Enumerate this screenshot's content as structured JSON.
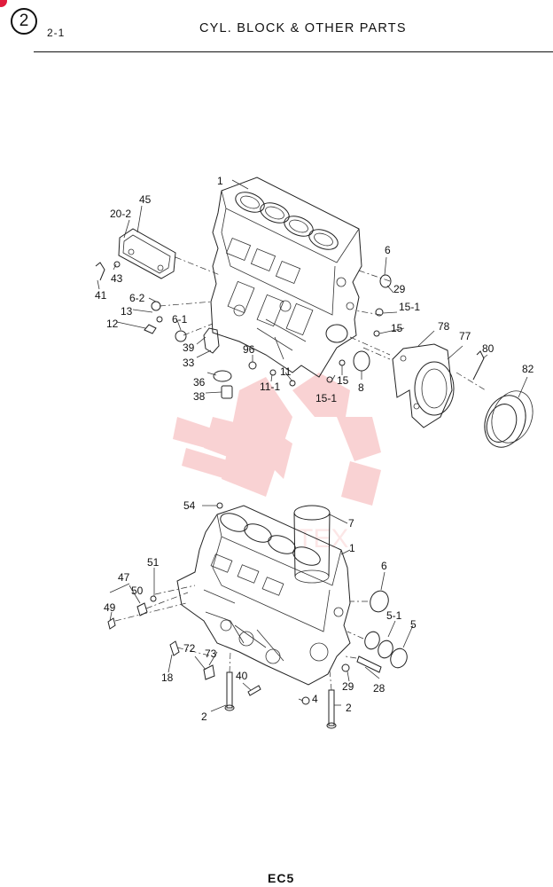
{
  "header": {
    "section_number": "2",
    "sub_number": "2-1",
    "title": "CYL. BLOCK & OTHER PARTS"
  },
  "footer": {
    "page_code": "EC5"
  },
  "watermark": {
    "text": "TEX",
    "color": "#e8383b"
  },
  "callouts": {
    "top": [
      "1",
      "45",
      "20-2",
      "43",
      "41",
      "6-2",
      "13",
      "12",
      "6-1",
      "39",
      "33",
      "36",
      "38",
      "96",
      "11-1",
      "11",
      "15",
      "15-1",
      "8",
      "6",
      "29",
      "15-1",
      "15",
      "78",
      "77",
      "80",
      "82"
    ],
    "bottom": [
      "54",
      "7",
      "1",
      "6",
      "51",
      "47",
      "50",
      "49",
      "5-1",
      "5",
      "72",
      "73",
      "18",
      "40",
      "2",
      "4",
      "29",
      "28",
      "2"
    ]
  }
}
